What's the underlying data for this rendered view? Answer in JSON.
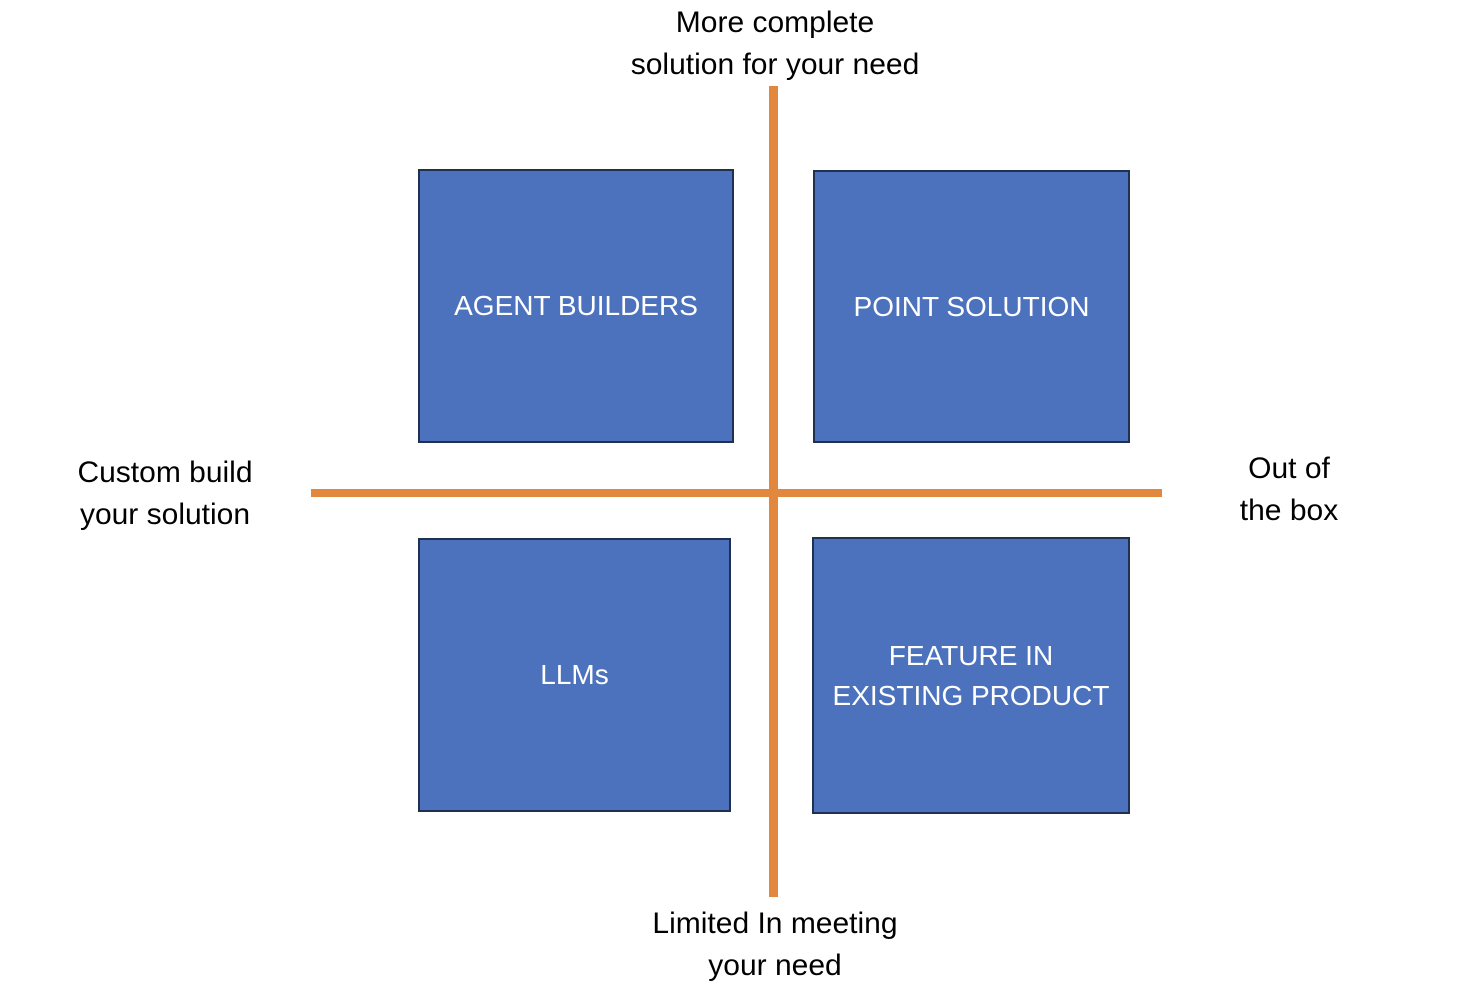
{
  "colors": {
    "box_fill": "#4C72BE",
    "box_border": "#1F3050",
    "axis_line": "#E2873E",
    "box_text": "#FFFFFF",
    "label_text": "#000000",
    "background": "#FFFFFF"
  },
  "axis_labels": {
    "top": "More complete\nsolution for your need",
    "bottom": "Limited In meeting\nyour need",
    "left": "Custom build\nyour solution",
    "right": "Out of\nthe box"
  },
  "quadrants": [
    {
      "position": "top-left",
      "label": "AGENT BUILDERS"
    },
    {
      "position": "top-right",
      "label": "POINT SOLUTION"
    },
    {
      "position": "bottom-left",
      "label": "LLMs"
    },
    {
      "position": "bottom-right",
      "label": "FEATURE IN\nEXISTING PRODUCT"
    }
  ]
}
